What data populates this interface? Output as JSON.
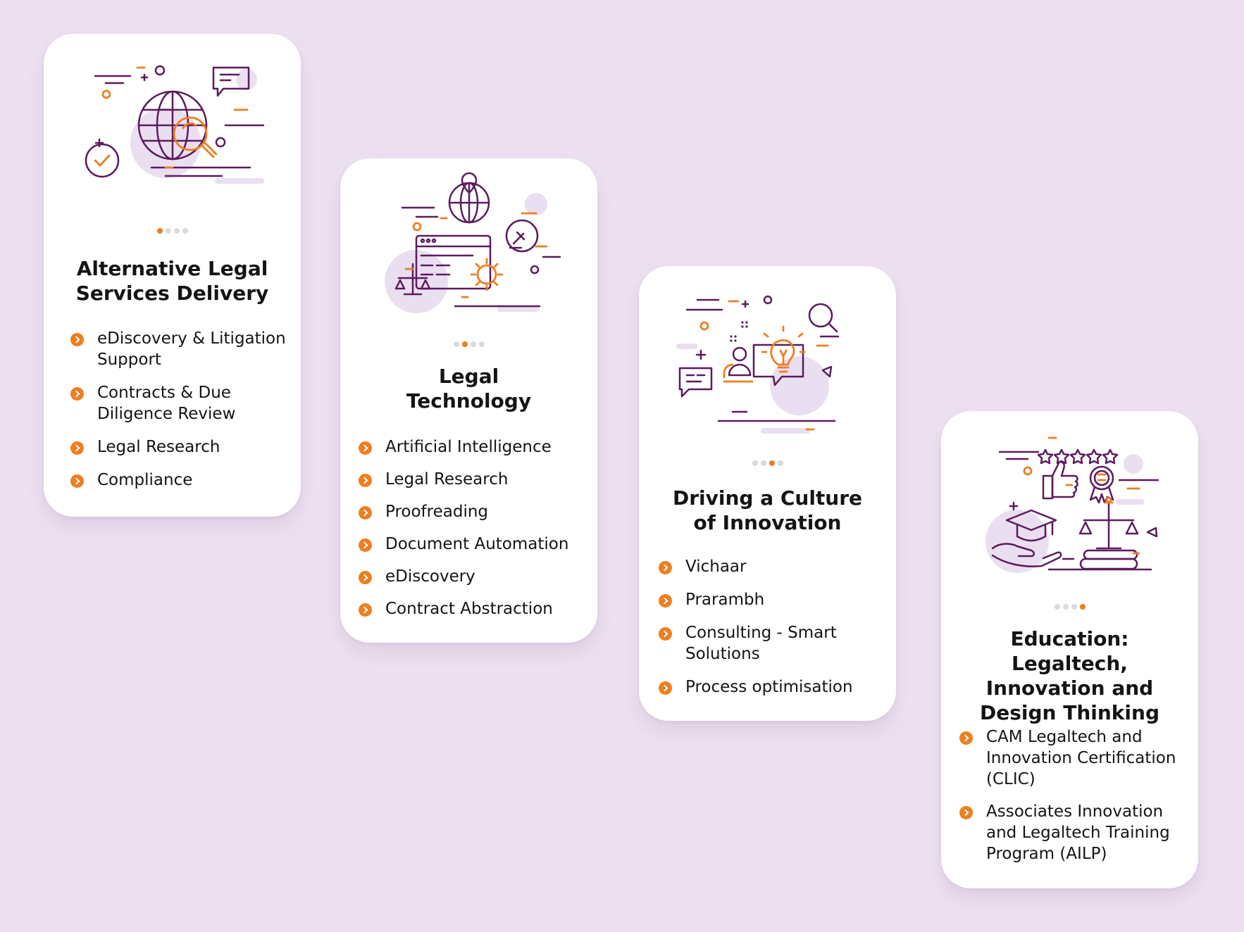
{
  "colors": {
    "background": "#ede1f1",
    "card": "#ffffff",
    "accent_orange": "#ee7e1f",
    "accent_purple": "#5c1a5e",
    "blob": "#e9dff0"
  },
  "cards": [
    {
      "title": "Alternative Legal Services Delivery",
      "illustration": "globe-search-icon",
      "active_dot": 1,
      "dot_count": 4,
      "items": [
        "eDiscovery & Litigation Support",
        "Contracts & Due Diligence Review",
        "Legal Research",
        "Compliance"
      ]
    },
    {
      "title": "Legal Technology",
      "illustration": "browser-gear-icon",
      "active_dot": 2,
      "dot_count": 4,
      "items": [
        "Artificial Intelligence",
        "Legal Research",
        "Proofreading",
        "Document Automation",
        "eDiscovery",
        "Contract Abstraction"
      ]
    },
    {
      "title": "Driving a Culture of Innovation",
      "illustration": "lightbulb-chat-icon",
      "active_dot": 3,
      "dot_count": 4,
      "items": [
        "Vichaar",
        "Prarambh",
        "Consulting - Smart Solutions",
        "Process optimisation"
      ]
    },
    {
      "title": "Education: Legaltech, Innovation and Design Thinking",
      "illustration": "graduation-thumbs-up-icon",
      "active_dot": 4,
      "dot_count": 4,
      "items": [
        "CAM Legaltech and Innovation Certification (CLIC)",
        "Associates Innovation and Legaltech Training Program (AILP)"
      ]
    }
  ]
}
